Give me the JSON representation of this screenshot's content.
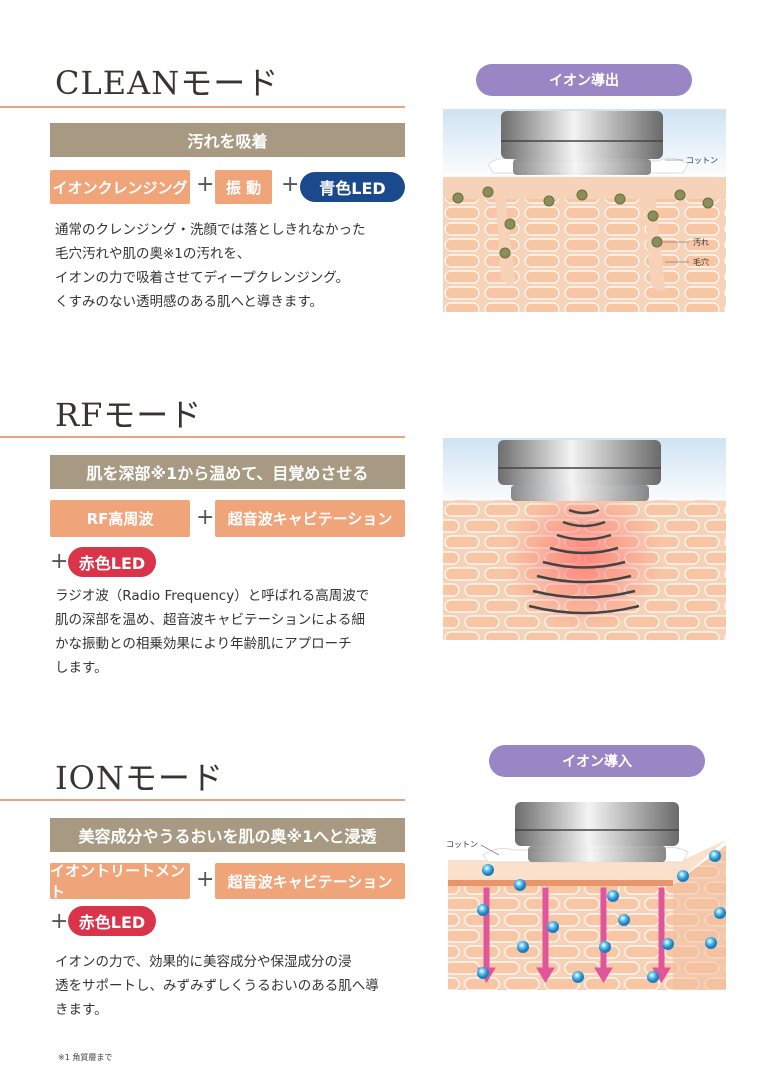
{
  "sections": [
    {
      "title": "CLEANモード",
      "banner": "汚れを吸着",
      "features": [
        "イオンクレンジング",
        "振 動"
      ],
      "led": "青色LED",
      "plus": "+",
      "body": [
        "通常のクレンジング・洗顔では落としきれなかった",
        "毛穴汚れや肌の奥※1の汚れを、",
        "イオンの力で吸着させてディープクレンジング。",
        "くすみのない透明感のある肌へと導きます。"
      ],
      "illustration": {
        "badge": "イオン導出",
        "labels": [
          "コットン",
          "汚れ",
          "毛穴"
        ]
      }
    },
    {
      "title": "RFモード",
      "banner": "肌を深部※1から温めて、目覚めさせる",
      "features": [
        "RF高周波",
        "超音波キャビテーション"
      ],
      "led": "赤色LED",
      "plus": "+",
      "body": [
        "ラジオ波（Radio Frequency）と呼ばれる高周波で",
        "肌の深部を温め、超音波キャビテーションによる細",
        "かな振動との相乗効果により年齢肌にアプローチ",
        "します。"
      ]
    },
    {
      "title": "IONモード",
      "banner": "美容成分やうるおいを肌の奥※1へと浸透",
      "features": [
        "イオントリートメント",
        "超音波キャビテーション"
      ],
      "led": "赤色LED",
      "plus": "+",
      "body": [
        "イオンの力で、効果的に美容成分や保湿成分の浸",
        "透をサポートし、みずみずしくうるおいのある肌へ導",
        "きます。"
      ],
      "illustration": {
        "badge": "イオン導入",
        "labels": [
          "コットン"
        ]
      }
    }
  ],
  "footnote": "※1 角質層まで",
  "colors": {
    "accent_line": "#e9a583",
    "banner": "#a89a82",
    "feature": "#f0a47a",
    "blue_led": "#1b4a8c",
    "red_led": "#d9344a",
    "badge": "#9a86c4"
  }
}
